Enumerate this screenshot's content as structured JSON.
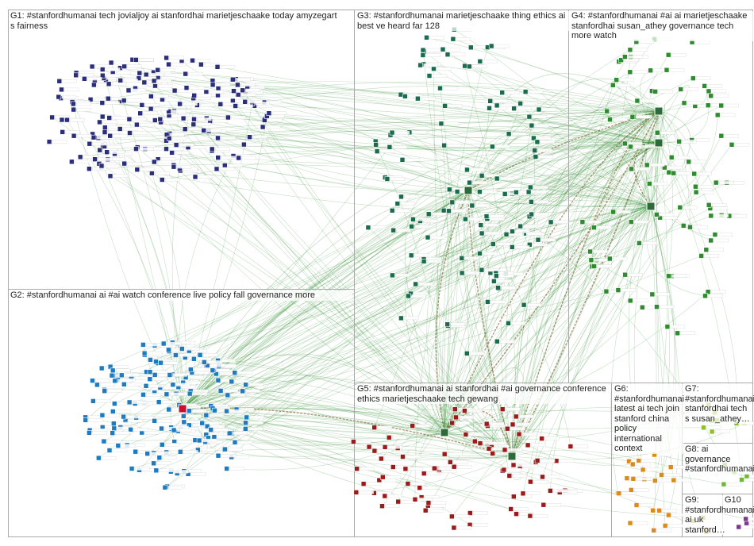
{
  "groups": [
    {
      "id": "G1",
      "label": "G1: #stanfordhumanai tech jovialjoy ai stanfordhai marietjeschaake today amyzegart s fairness",
      "color": "#2b2f7a"
    },
    {
      "id": "G2",
      "label": "G2: #stanfordhumanai ai #ai watch conference live policy fall governance more",
      "color": "#1f7bbf"
    },
    {
      "id": "G3",
      "label": "G3: #stanfordhumanai marietjeschaake thing ethics ai best ve heard far 128",
      "color": "#1b6b4f"
    },
    {
      "id": "G4",
      "label": "G4: #stanfordhumanai #ai ai marietjeschaake stanfordhai susan_athey governance tech more watch",
      "color": "#2e8b2e"
    },
    {
      "id": "G5",
      "label": "G5: #stanfordhumanai ai stanfordhai #ai governance conference ethics marietjeschaake tech gewang",
      "color": "#9b1b1b"
    },
    {
      "id": "G6",
      "label": "G6: #stanfordhumanai latest ai tech join stanford china policy international context",
      "color": "#d98c1a"
    },
    {
      "id": "G7",
      "label": "G7: #stanfordhumanai stanfordhai tech s susan_athey…",
      "color": "#8fbf2a"
    },
    {
      "id": "G8",
      "label": "G8: ai governance #stanfordhumanai…",
      "color": "#6fb83a"
    },
    {
      "id": "G9",
      "label": "G9: #stanfordhumanai ai uk stanford…",
      "color": "#b8a020"
    },
    {
      "id": "G10",
      "label": "G10",
      "color": "#7a3b8f"
    }
  ],
  "edge_color": "#2e8b2e",
  "strong_edge_color": "#7a4a1a",
  "node_label": "stanfordhai"
}
